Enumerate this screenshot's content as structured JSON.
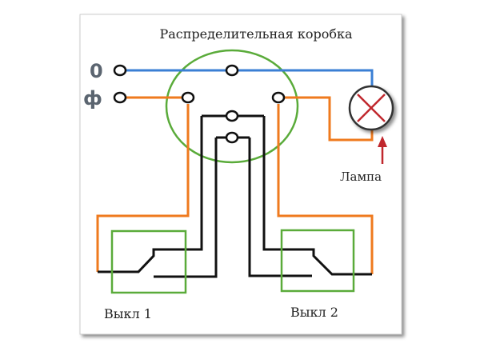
{
  "title": "Распределительная коробка",
  "terminals": {
    "neutral": "0",
    "phase": "ф"
  },
  "lamp_label": "Лампа",
  "switch1_label": "Выкл 1",
  "switch2_label": "Выкл 2",
  "colors": {
    "neutral_wire": "#3b7fd4",
    "phase_wire": "#ef7a1e",
    "switch_wire": "#111111",
    "box": "#5aab3a",
    "lamp_cross": "#c0272d",
    "arrow": "#c0272d",
    "label_text": "#5b6570"
  }
}
